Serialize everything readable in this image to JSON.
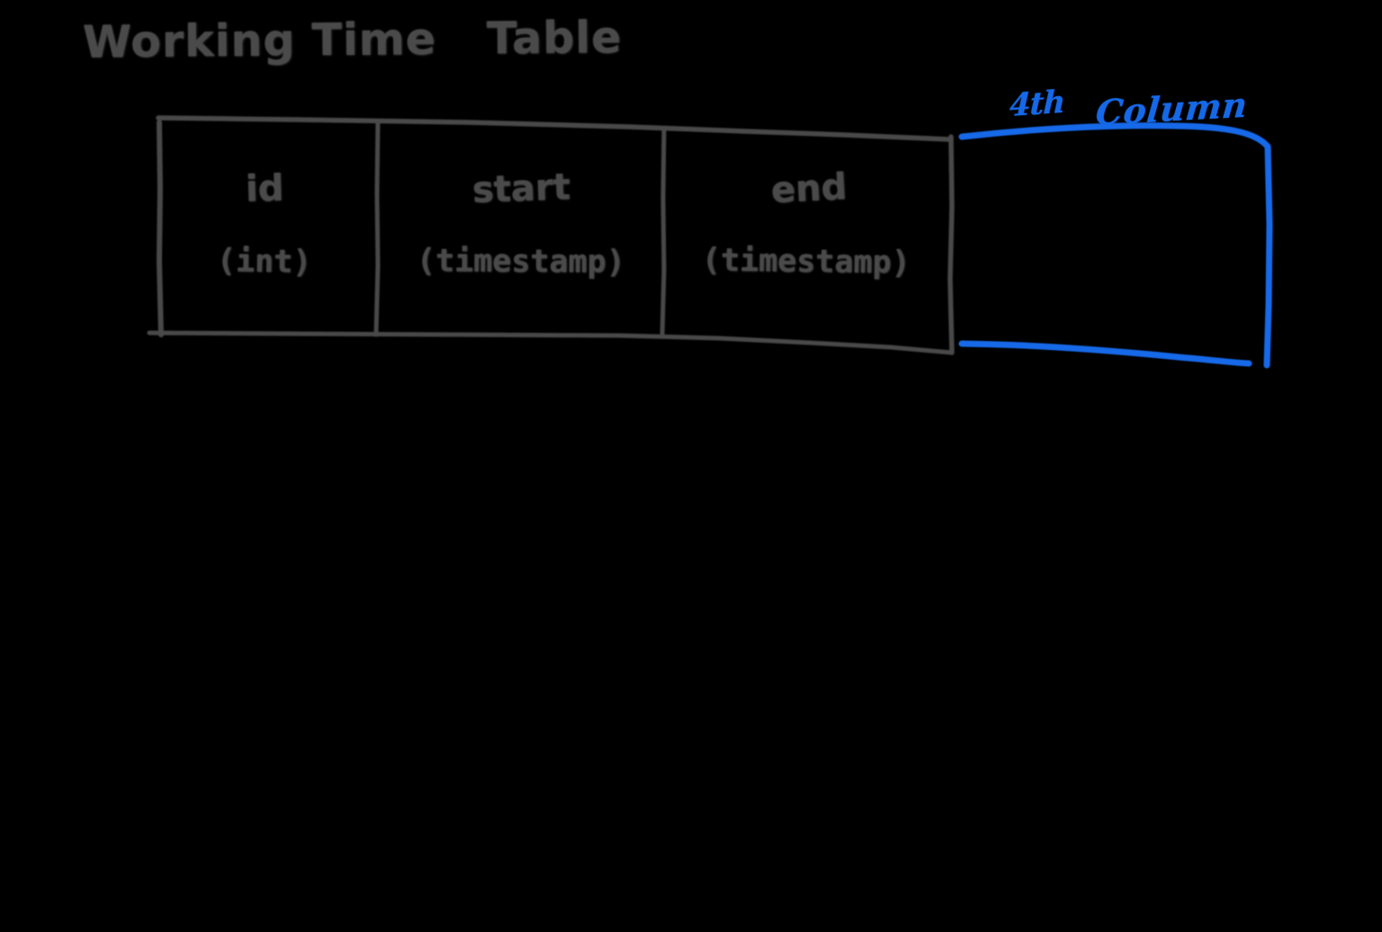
{
  "board": {
    "title_part_1": "Working Time",
    "title_part_2": "Table",
    "ink_color_dark": "#4a4a4a",
    "ink_color_accent": "#1569e8",
    "background": "#000000"
  },
  "table": {
    "name": "Working Time Table",
    "columns": [
      {
        "name": "id",
        "type": "(int)"
      },
      {
        "name": "start",
        "type": "(timestamp)"
      },
      {
        "name": "end",
        "type": "(timestamp)"
      }
    ]
  },
  "annotation": {
    "ordinal": "4th",
    "word": "Column",
    "bracket_icon": "open-bracket-icon",
    "meaning": "4th Column"
  }
}
